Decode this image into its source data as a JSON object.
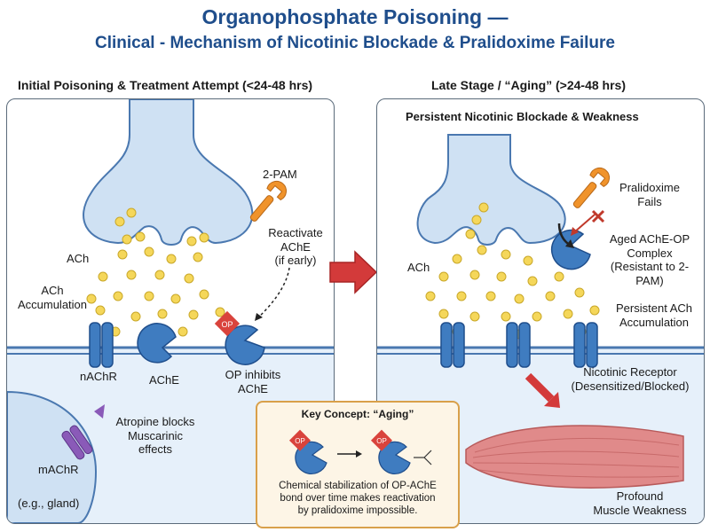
{
  "title": {
    "line1": "Organophosphate Poisoning —",
    "line2": "Clinical - Mechanism of Nicotinic Blockade & Pralidoxime Failure"
  },
  "left_panel": {
    "heading": "Initial Poisoning & Treatment Attempt (<24-48 hrs)",
    "pam_label": "2-PAM",
    "reactivate_l1": "Reactivate",
    "reactivate_l2": "AChE",
    "reactivate_note": "(if early)",
    "ach_label": "ACh",
    "accum_l1": "ACh",
    "accum_l2": "Accumulation",
    "nachr_label": "nAChR",
    "ache_label": "AChE",
    "op_tag": "OP",
    "op_inhibits_l1": "OP inhibits",
    "op_inhibits_l2": "AChE",
    "atropine_l1": "Atropine blocks",
    "atropine_l2": "Muscarinic",
    "atropine_l3": "effects",
    "machr_label": "mAChR",
    "gland_label": "(e.g., gland)"
  },
  "right_panel": {
    "heading": "Late Stage / “Aging” (>24-48 hrs)",
    "subheading": "Persistent Nicotinic Blockade & Weakness",
    "pralidoxime_l1": "Pralidoxime",
    "pralidoxime_l2": "Fails",
    "aged_l1": "Aged AChE-OP",
    "aged_l2": "Complex",
    "aged_note": "(Resistant to 2-PAM)",
    "ach_label": "ACh",
    "persistent_l1": "Persistent ACh",
    "persistent_l2": "Accumulation",
    "receptor_label": "Nicotinic Receptor",
    "receptor_note": "(Desensitized/Blocked)",
    "weakness_l1": "Profound",
    "weakness_l2": "Muscle Weakness"
  },
  "key_concept": {
    "title": "Key Concept: “Aging”",
    "op_tag": "OP",
    "text_l1": "Chemical stabilization of OP-AChE",
    "text_l2": "bond over time makes reactivation",
    "text_l3": "by pralidoxime impossible."
  },
  "colors": {
    "title_blue": "#1f4e8c",
    "neuron_blue": "#cfe1f3",
    "receptor_blue": "#3f7cc0",
    "ach_yellow": "#f5d75a",
    "op_red": "#d9433c",
    "wrench_orange": "#f0932b",
    "arrow_red": "#d33a3a",
    "key_bg": "#fdf5e6",
    "key_border": "#d9a04a",
    "muscle_red": "#e08a8a",
    "machr_purple": "#8a5ab8"
  },
  "icons": [
    "wrench-icon",
    "synaptic-terminal",
    "ach-molecule",
    "nicotinic-receptor",
    "ache-enzyme",
    "op-molecule",
    "muscarinic-receptor",
    "muscle-fiber",
    "red-x-icon",
    "big-arrow-icon"
  ]
}
